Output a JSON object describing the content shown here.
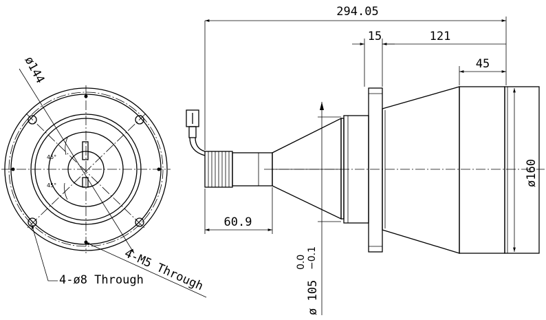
{
  "dimensions": {
    "overall_length": "294.05",
    "flange_width": "15",
    "body_length": "121",
    "front_length": "45",
    "cable_length": "60.9",
    "outer_diameter": "ø160",
    "bolt_circle": "ø144",
    "mount_diameter": "ø 105",
    "tol_upper": "0.0",
    "tol_lower": "−0.1",
    "angle_top": "45°",
    "angle_bottom": "45°"
  },
  "notes": {
    "thread_holes": "4-M5 Through",
    "through_holes": "4-ø8 Through"
  },
  "colors": {
    "line": "#000000",
    "background": "#ffffff"
  }
}
